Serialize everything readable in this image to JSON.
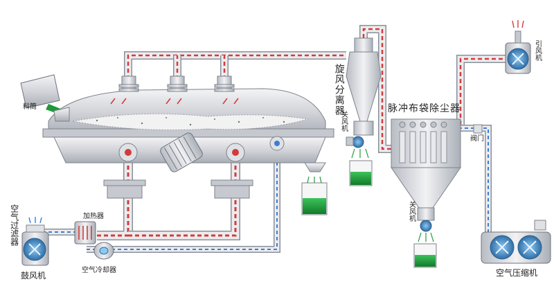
{
  "labels": {
    "feed_hopper": "料筒",
    "cyclone": "旋风分离器",
    "rotary_valve_cyclone": "关风机",
    "bag_filter": "脉冲布袋除尘器",
    "induced_fan": "引风机",
    "valve": "阀门",
    "rotary_valve_bag": "关风机",
    "air_filter": "空气过滤器",
    "heater": "加热器",
    "air_cooler": "空气冷却器",
    "blower": "鼓风机",
    "air_compressor": "空气压缩机"
  },
  "colors": {
    "hot_air": "#d33b3b",
    "cold_air": "#3b7dd3",
    "pipe": "#e9e9ec",
    "pipe_edge": "#8a8f98",
    "product": "#1f9a3a"
  }
}
